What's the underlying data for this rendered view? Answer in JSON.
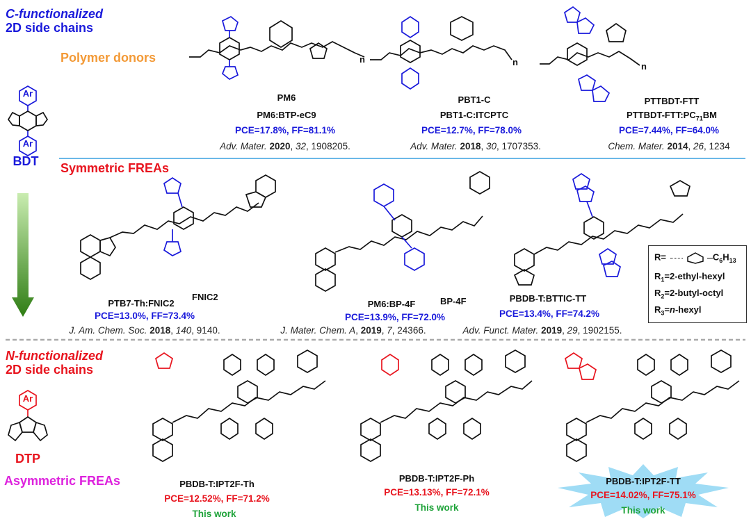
{
  "sections": {
    "c_func": [
      "C-functionalized",
      "2D side chains"
    ],
    "polymer_donors": "Polymer donors",
    "symmetric": "Symmetric FREAs",
    "n_func": [
      "N-functionalized",
      "2D side chains"
    ],
    "asymmetric": "Asymmetric FREAs"
  },
  "cores": {
    "bdt": "BDT",
    "dtp": "DTP",
    "ar": "Ar"
  },
  "donors": [
    {
      "name": "PM6",
      "blend": "PM6:BTP-eC9",
      "pce": "PCE=17.8%, FF=81.1%",
      "ref": {
        "journal": "Adv. Mater.",
        "year": "2020",
        "vol": "32",
        "pages": ", 1908205."
      }
    },
    {
      "name": "PBT1-C",
      "blend": "PBT1-C:ITCPTC",
      "pce": "PCE=12.7%, FF=78.0%",
      "ref": {
        "journal": "Adv. Mater.",
        "year": "2018",
        "vol": "30",
        "pages": ", 1707353."
      }
    },
    {
      "name": "PTTBDT-FTT",
      "blend": "PTTBDT-FTT:PC71BM",
      "pce": "PCE=7.44%, FF=64.0%",
      "ref": {
        "journal": "Chem. Mater.",
        "year": "2014",
        "vol": "26",
        "pages": ", 1234"
      }
    }
  ],
  "symmetric_freas": [
    {
      "name": "FNIC2",
      "blend": "PTB7-Th:FNIC2",
      "pce": "PCE=13.0%, FF=73.4%",
      "ref": {
        "journal": "J. Am. Chem. Soc.",
        "year": "2018",
        "vol": "140",
        "pages": ", 9140."
      }
    },
    {
      "name": "BP-4F",
      "blend": "PM6:BP-4F",
      "pce": "PCE=13.9%, FF=72.0%",
      "ref": {
        "journal": "J. Mater. Chem. A",
        "year": "2019",
        "vol": "7",
        "pages": ", 24366."
      }
    },
    {
      "name": "BTTIC-TT",
      "blend": "PBDB-T:BTTIC-TT",
      "pce": "PCE=13.4%, FF=74.2%",
      "ref": {
        "journal": "Adv. Funct. Mater.",
        "year": "2019",
        "vol": "29",
        "pages": ", 1902155."
      }
    }
  ],
  "rgroups": {
    "r": "R=",
    "r_sub": "C6H13",
    "r1": "R1=2-ethyl-hexyl",
    "r2": "R2=2-butyl-octyl",
    "r3": "R3=n-hexyl"
  },
  "asymmetric_freas": [
    {
      "blend": "PBDB-T:IPT2F-Th",
      "pce": "PCE=12.52%, FF=71.2%",
      "note": "This work"
    },
    {
      "blend": "PBDB-T:IPT2F-Ph",
      "pce": "PCE=13.13%, FF=72.1%",
      "note": "This work"
    },
    {
      "blend": "PBDB-T:IPT2F-TT",
      "pce": "PCE=14.02%, FF=75.1%",
      "note": "This work"
    }
  ],
  "colors": {
    "blue": "#1a1adb",
    "red": "#e8141e",
    "orange": "#f39a37",
    "magenta": "#dd22dd",
    "green": "#1fa33a",
    "divider": "#3aa0e0",
    "arrow": "#3b8f1d",
    "star": "#9fdcf5"
  }
}
